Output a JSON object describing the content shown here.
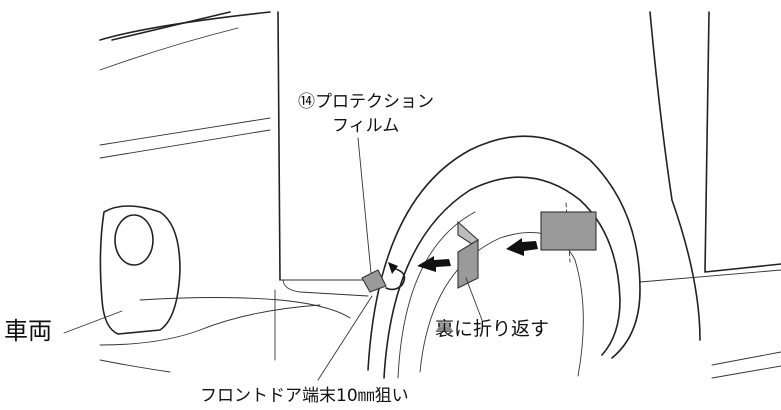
{
  "labels": {
    "protection_film_line1": "⑭プロテクション",
    "protection_film_line2": "フィルム",
    "vehicle": "車両",
    "fold_back": "裏に折り返す",
    "front_door_edge": "フロントドア端末10㎜狙い"
  },
  "icons": {
    "fold_arrow": "curved-arrow-icon",
    "direction_arrows": "bold-arrow-icon"
  },
  "colors": {
    "line": "#222222",
    "film": "#9a9a9a",
    "background": "#ffffff"
  }
}
